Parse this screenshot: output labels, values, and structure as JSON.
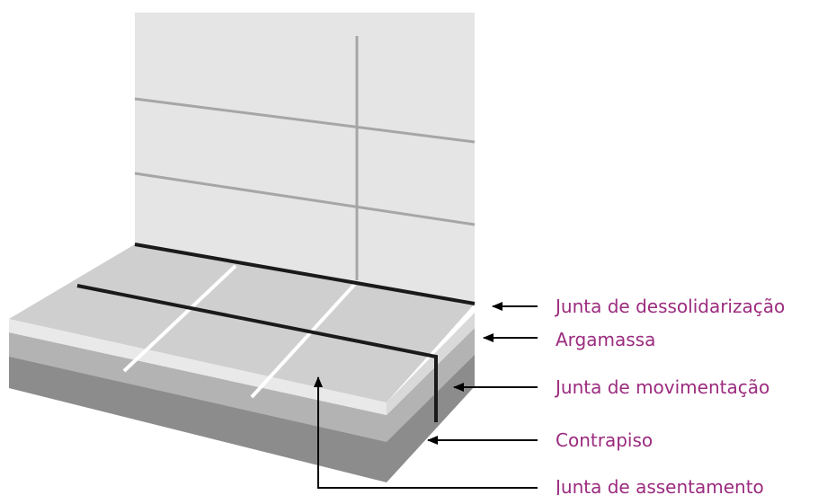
{
  "labels": {
    "junta_dessolidarizacao": "Junta de dessolidarização",
    "argamassa": "Argamassa",
    "junta_movimentacao": "Junta de movimentação",
    "contrapiso": "Contrapiso",
    "junta_assentamento": "Junta de assentamento"
  },
  "colors": {
    "label_text": "#9b2b7e",
    "wall_tile": "#e5e5e5",
    "wall_grout": "#a6a6a6",
    "floor_tile": "#cfcfcf",
    "joint_dark": "#1a1a1a",
    "grout_white": "#ffffff",
    "mortar_layer": "#d9d9d9",
    "screed_layer": "#b3b3b3",
    "base_layer": "#8c8c8c"
  }
}
